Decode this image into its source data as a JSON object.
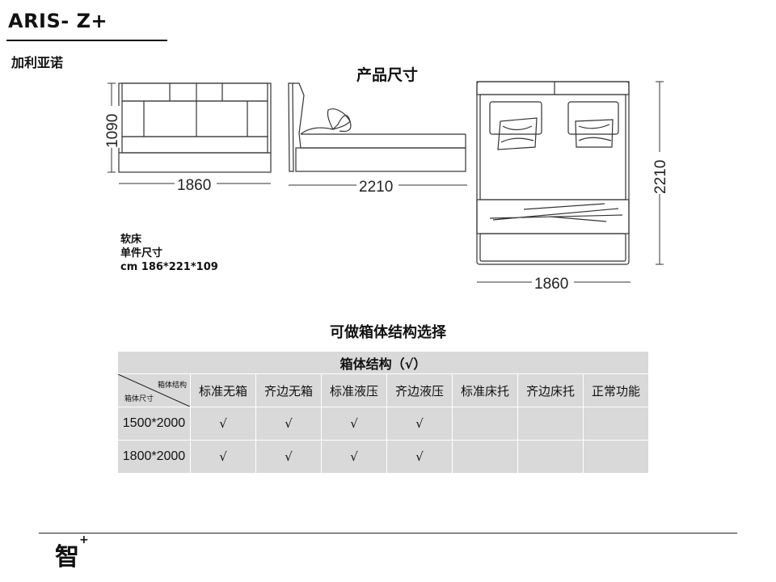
{
  "header": {
    "title": "ARIS- Z+",
    "brand": "加利亚诺"
  },
  "dimensions": {
    "section_title": "产品尺寸",
    "front_height": "1090",
    "front_width": "1860",
    "side_length": "2210",
    "top_length": "2210",
    "top_width": "1860"
  },
  "spec": {
    "type": "软床",
    "label": "单件尺寸",
    "size": "cm 186*221*109"
  },
  "structure": {
    "section_title": "可做箱体结构选择",
    "table_header": "箱体结构（√）",
    "corner_top": "箱体结构",
    "corner_bottom": "箱体尺寸",
    "columns": [
      "标准无箱",
      "齐边无箱",
      "标准液压",
      "齐边液压",
      "标准床托",
      "齐边床托",
      "正常功能"
    ],
    "rows": [
      {
        "size": "1500*2000",
        "cells": [
          "√",
          "√",
          "√",
          "√",
          "",
          "",
          ""
        ]
      },
      {
        "size": "1800*2000",
        "cells": [
          "√",
          "√",
          "√",
          "√",
          "",
          "",
          ""
        ]
      }
    ]
  },
  "footer": {
    "logo": "智",
    "logo_sup": "+"
  }
}
